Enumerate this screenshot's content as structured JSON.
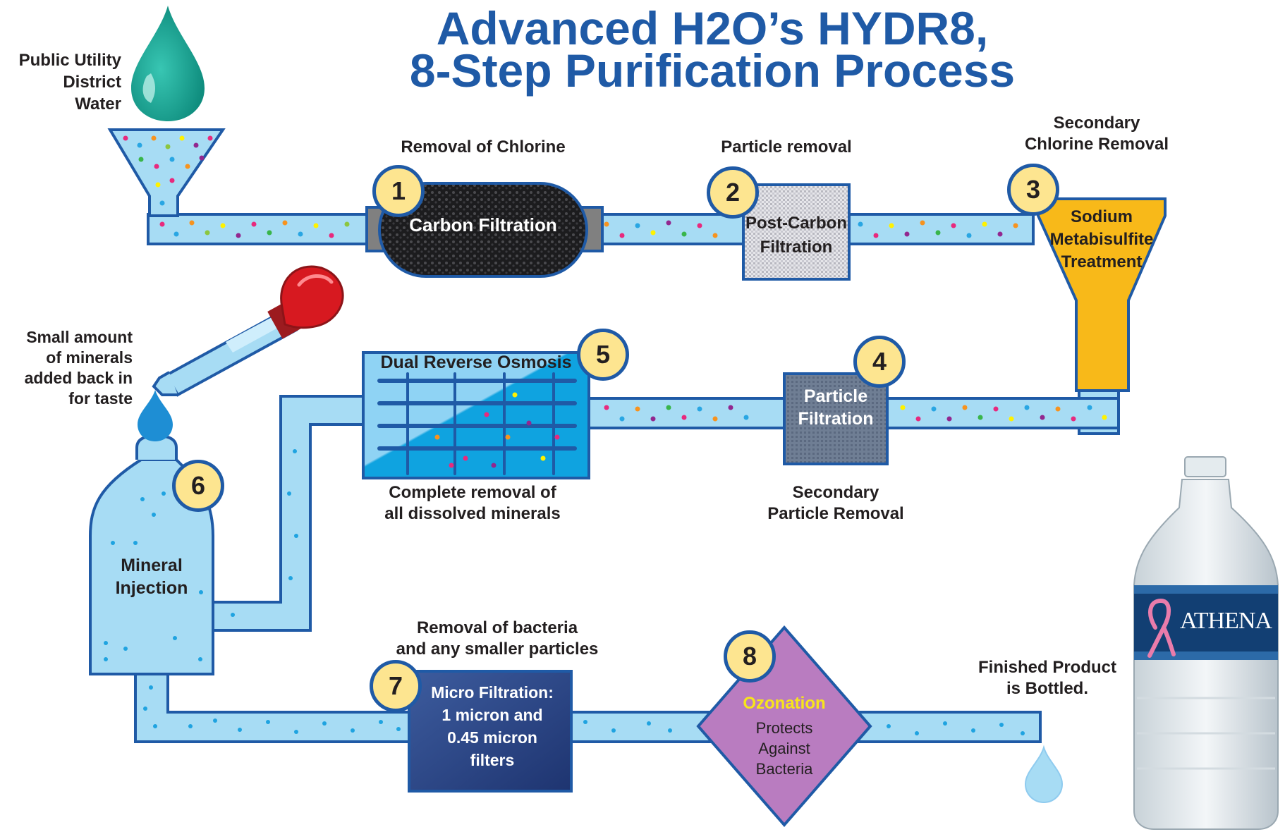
{
  "title": {
    "line1": "Advanced H2O’s HYDR8,",
    "line2": "8-Step Purification Process"
  },
  "source": {
    "label_line1": "Public Utility",
    "label_line2": "District",
    "label_line3": "Water"
  },
  "minerals_note": {
    "line1": "Small amount",
    "line2": "of minerals",
    "line3": "added back in",
    "line4": "for taste"
  },
  "steps": [
    {
      "number": "1",
      "caption": "Removal of Chlorine",
      "box_line1": "Carbon Filtration"
    },
    {
      "number": "2",
      "caption": "Particle removal",
      "box_line1": "Post-Carbon",
      "box_line2": "Filtration"
    },
    {
      "number": "3",
      "caption_line1": "Secondary",
      "caption_line2": "Chlorine Removal",
      "box_line1": "Sodium",
      "box_line2": "Metabisulfite",
      "box_line3": "Treatment"
    },
    {
      "number": "4",
      "caption_line1": "Secondary",
      "caption_line2": "Particle Removal",
      "box_line1": "Particle",
      "box_line2": "Filtration"
    },
    {
      "number": "5",
      "caption_line1": "Complete removal of",
      "caption_line2": "all dissolved minerals",
      "box_line1": "Dual Reverse Osmosis"
    },
    {
      "number": "6",
      "box_line1": "Mineral",
      "box_line2": "Injection"
    },
    {
      "number": "7",
      "caption_line1": "Removal of bacteria",
      "caption_line2": "and any smaller particles",
      "box_line1": "Micro Filtration:",
      "box_line2": "1 micron and",
      "box_line3": "0.45 micron",
      "box_line4": "filters"
    },
    {
      "number": "8",
      "box_title": "Ozonation",
      "box_line1": "Protects",
      "box_line2": "Against",
      "box_line3": "Bacteria"
    }
  ],
  "finish": {
    "line1": "Finished Product",
    "line2": "is Bottled."
  },
  "bottle": {
    "brand": "ATHENA"
  },
  "colors": {
    "title_blue": "#1f5aa6",
    "pipe_fill": "#a7dcf4",
    "pipe_stroke": "#1f5aa6",
    "number_badge": "#fde590",
    "treatment_yellow": "#f8b919",
    "ozonation_purple": "#b97cc0",
    "ozonation_text": "#f7e51b",
    "water_drop_teal": "#1aa394"
  },
  "icons": [
    "water-drop-icon",
    "funnel-icon",
    "dropper-icon",
    "bottle-icon"
  ]
}
